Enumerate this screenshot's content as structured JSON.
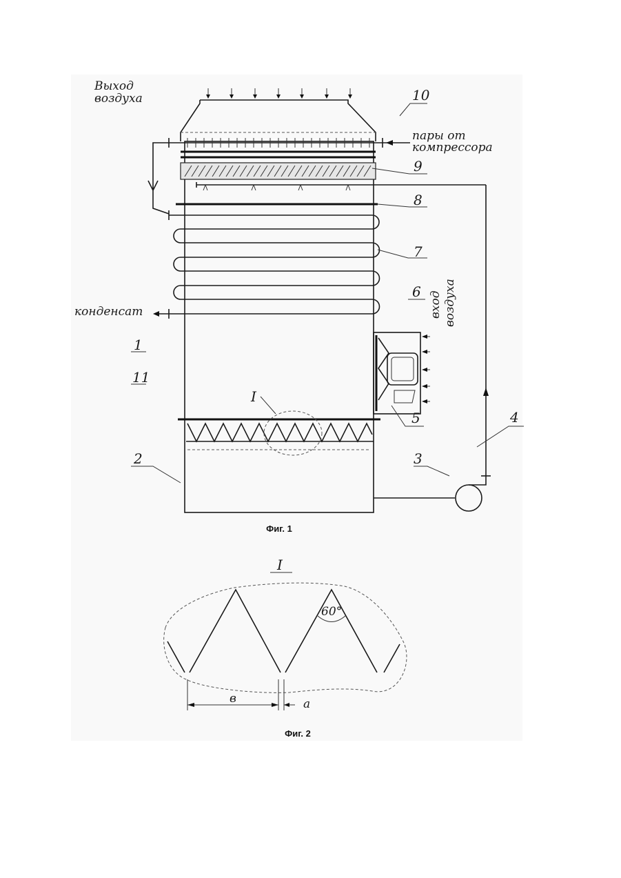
{
  "figure1": {
    "caption": "Фиг. 1",
    "labels": {
      "air_outlet_line1": "Выход",
      "air_outlet_line2": "воздуха",
      "vapors_line1": "пары от",
      "vapors_line2": "компрессора",
      "condensate": "конденсат",
      "air_inlet_line1": "вход",
      "air_inlet_line2": "воздуха",
      "detail_marker": "I"
    },
    "callouts": [
      "10",
      "9",
      "8",
      "7",
      "6",
      "5",
      "4",
      "3",
      "2",
      "1",
      "11"
    ]
  },
  "figure2": {
    "caption": "Фиг. 2",
    "detail_title": "I",
    "angle_label": "60°",
    "dim_b": "в",
    "dim_a": "а"
  }
}
